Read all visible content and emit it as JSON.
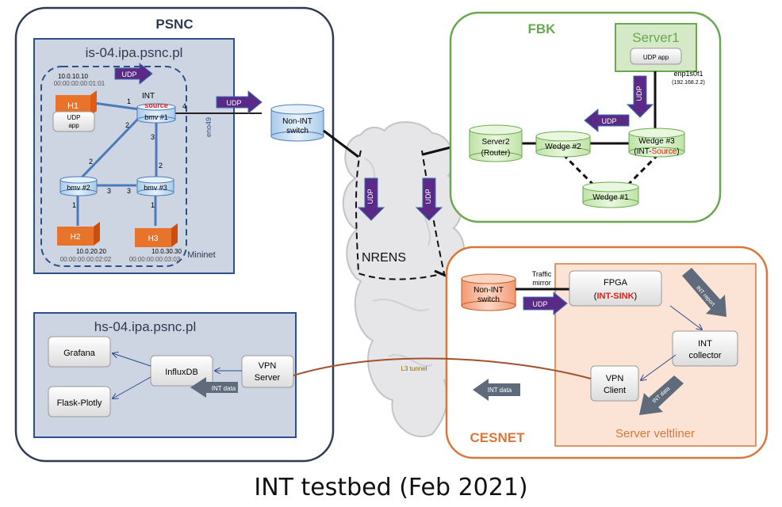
{
  "caption": "INT testbed (Feb 2021)",
  "colors": {
    "psnc": "#2f3b52",
    "fbk": "#6aa84f",
    "cesnet": "#d9773a",
    "arrow": "#5b2a86",
    "int_data": "#5f6b7a",
    "red": "#e0211b"
  },
  "psnc": {
    "title": "PSNC",
    "host1": "is-04.ipa.psnc.pl",
    "mininet": "Mininet",
    "eno": "eno49",
    "h1": "H1",
    "h2": "H2",
    "h3": "H3",
    "udp_app": "UDP",
    "udp_app2": "app",
    "h1_ip": "10.0.10.10",
    "h1_mac": "00:00:00:00:01:01",
    "h2_ip": "10.0.20.20",
    "h2_mac": "00:00:00:00:02:02",
    "h3_ip": "10.0.30.30",
    "h3_mac": "00:00:00:00:03:03",
    "int_label": "INT",
    "source_label": "source",
    "bmv1": "bmv #1",
    "bmv2": "bmv #2",
    "bmv3": "bmv #3",
    "ports": {
      "p1": "1",
      "p2": "2",
      "p3": "3",
      "p4": "4",
      "p2b": "2",
      "p3b": "3",
      "p2c": "2",
      "p3c": "3",
      "p1b": "1",
      "p1c": "1"
    },
    "host2": "hs-04.ipa.psnc.pl",
    "grafana": "Grafana",
    "influx": "InfluxDB",
    "flask": "Flask-Plotly",
    "vpn_server1": "VPN",
    "vpn_server2": "Server",
    "int_data": "INT data"
  },
  "udp": "UDP",
  "nonint": {
    "line1": "Non-INT",
    "line2": "switch"
  },
  "nrens": "NRENS",
  "fbk": {
    "title": "FBK",
    "server1": "Server1",
    "udp_app": "UDP app",
    "enp": "enp1s0f1",
    "enp_ip": "(192.168.2.2)",
    "server2_l1": "Server2",
    "server2_l2": "(Router)",
    "wedge2": "Wedge #2",
    "wedge3_l1": "Wedge #3",
    "wedge3_pre": "(INT-",
    "wedge3_src": "Source",
    "wedge3_post": ")",
    "wedge1": "Wedge #1"
  },
  "cesnet": {
    "title": "CESNET",
    "traffic_l1": "Traffic",
    "traffic_l2": "mirror",
    "fpga": "FPGA",
    "fpga_pre": "(",
    "fpga_sink": "INT-SINK",
    "fpga_post": ")",
    "int_report": "INT report",
    "collector_l1": "INT",
    "collector_l2": "collector",
    "vpn_l1": "VPN",
    "vpn_l2": "Client",
    "int_data": "INT data",
    "int_data2": "INT data",
    "server": "Server veltliner",
    "l3": "L3 tunnel"
  }
}
